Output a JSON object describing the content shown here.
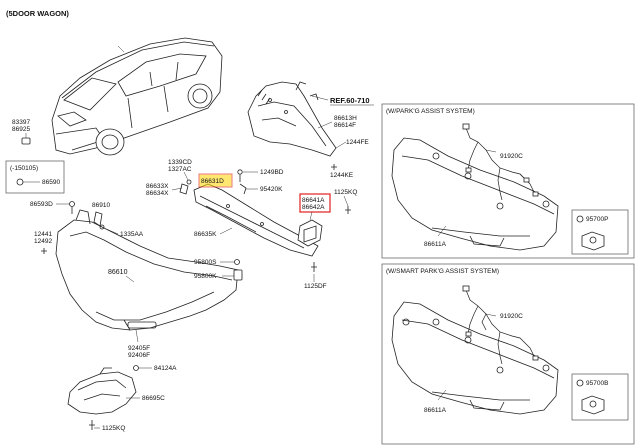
{
  "title": "(5DOOR WAGON)",
  "ref": "REF.60-710",
  "parts": {
    "p83397": "83397",
    "p86925": "86925",
    "p150105": "(-150105)",
    "p86590": "86590",
    "p86593d": "86593D",
    "p86910": "86910",
    "p12441": "12441",
    "p12492": "12492",
    "p1335aa": "1335AA",
    "p86610": "86610",
    "p1339cd": "1339CD",
    "p1327ac": "1327AC",
    "p86633x": "86633X",
    "p86634x": "86634X",
    "p86631d": "86631D",
    "p1249bd": "1249BD",
    "p95420k": "95420K",
    "p86635k": "86635K",
    "p95800s": "95800S",
    "p95800k": "95800K",
    "p86613h": "86613H",
    "p86614f": "86614F",
    "p1244fe": "1244FE",
    "p1244ke": "1244KE",
    "p1125kq_top": "1125KQ",
    "p86641a": "86641A",
    "p86642a": "86642A",
    "p1125df": "1125DF",
    "p92405f": "92405F",
    "p92406f": "92406F",
    "p84124a": "84124A",
    "p86695c": "86695C",
    "p1125kq_bottom": "1125KQ"
  },
  "park_assist": {
    "title": "(W/PARK'G ASSIST SYSTEM)",
    "p91920c": "91920C",
    "p86611a": "86611A",
    "p95700p": "95700P"
  },
  "smart_park_assist": {
    "title": "(W/SMART PARK'G ASSIST SYSTEM)",
    "p91920c": "91920C",
    "p86611a": "86611A",
    "p95700b": "95700B"
  },
  "highlight_colors": {
    "yellow": "#ffd400",
    "red": "#e02020"
  }
}
